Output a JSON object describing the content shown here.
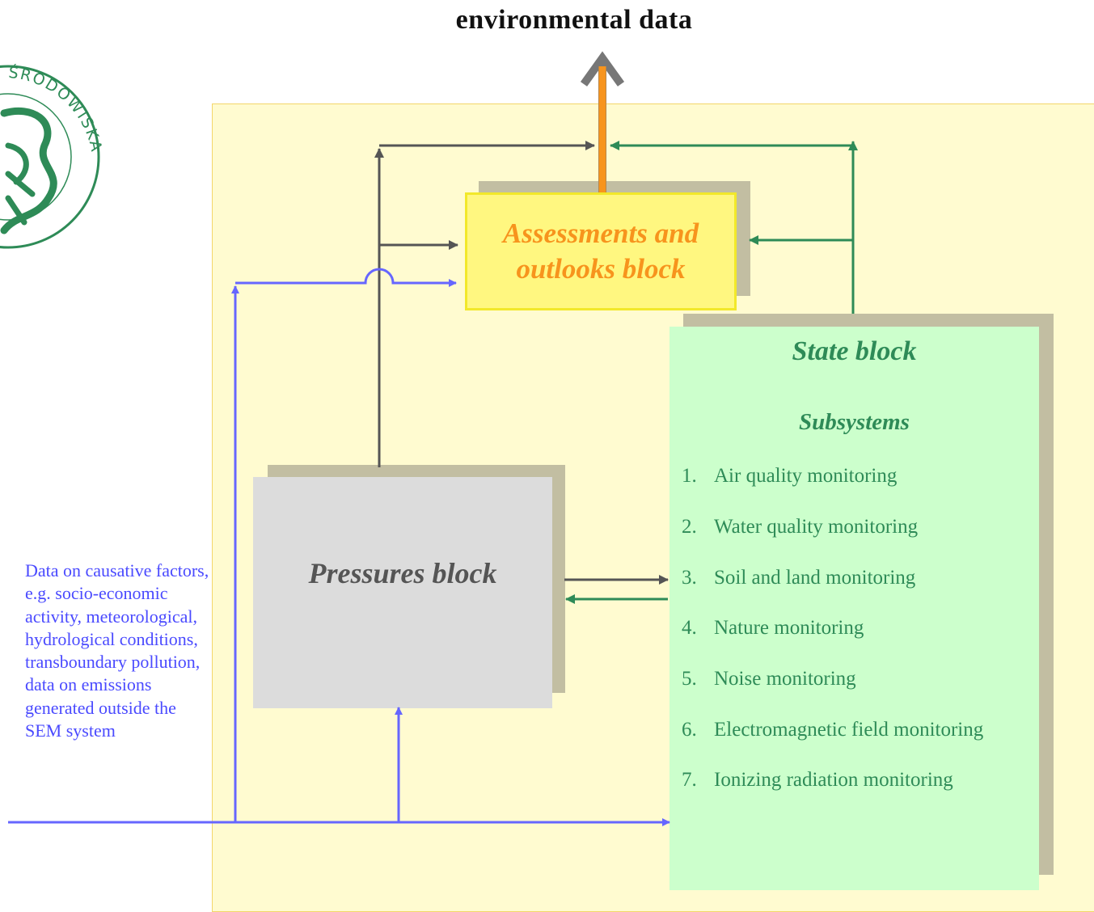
{
  "header": {
    "title": "environmental data"
  },
  "logo": {
    "text": "ŚRODOWISKA",
    "icon": "environment-inspection-seal"
  },
  "assessments_block": {
    "label": "Assessments and outlooks block"
  },
  "state_block": {
    "title": "State block",
    "subsystems_title": "Subsystems",
    "items": [
      {
        "num": "1.",
        "label": "Air quality monitoring"
      },
      {
        "num": "2.",
        "label": "Water quality monitoring"
      },
      {
        "num": "3.",
        "label": "Soil and land monitoring"
      },
      {
        "num": "4.",
        "label": "Nature monitoring"
      },
      {
        "num": "5.",
        "label": "Noise monitoring"
      },
      {
        "num": "6.",
        "label": "Electromagnetic field monitoring"
      },
      {
        "num": "7.",
        "label": "Ionizing radiation monitoring"
      }
    ]
  },
  "pressures_block": {
    "label": "Pressures block"
  },
  "input_description": {
    "lines": [
      "Data on causative factors,",
      "e.g. socio-economic",
      "activity, meteorological,",
      "hydrological conditions,",
      "transboundary pollution,",
      "data on emissions",
      "generated outside the",
      "SEM system"
    ]
  },
  "colors": {
    "panel_bg": "#fffbd0",
    "assessments_fill": "#fff780",
    "assessments_text": "#f7941d",
    "state_fill": "#ccffcc",
    "state_text": "#2e8b57",
    "pressures_fill": "#dcdcdc",
    "blue_flow": "#6666ff",
    "green_flow": "#2e8b57",
    "dark_flow": "#555555",
    "output_arrow": "#f7941d"
  }
}
